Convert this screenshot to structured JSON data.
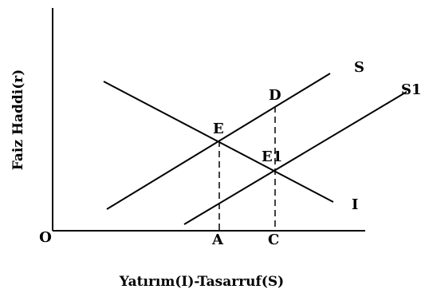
{
  "axes": {
    "y_label": "Faiz Haddi(r)",
    "x_label": "Yatırım(I)-Tasarruf(S)",
    "origin_label": "O"
  },
  "curves": {
    "saving_label": "S",
    "saving_shifted_label": "S1",
    "investment_label": "I"
  },
  "points": {
    "equilibrium_label": "E",
    "new_equilibrium_label": "E1",
    "d_label": "D",
    "a_label": "A",
    "c_label": "C"
  }
}
